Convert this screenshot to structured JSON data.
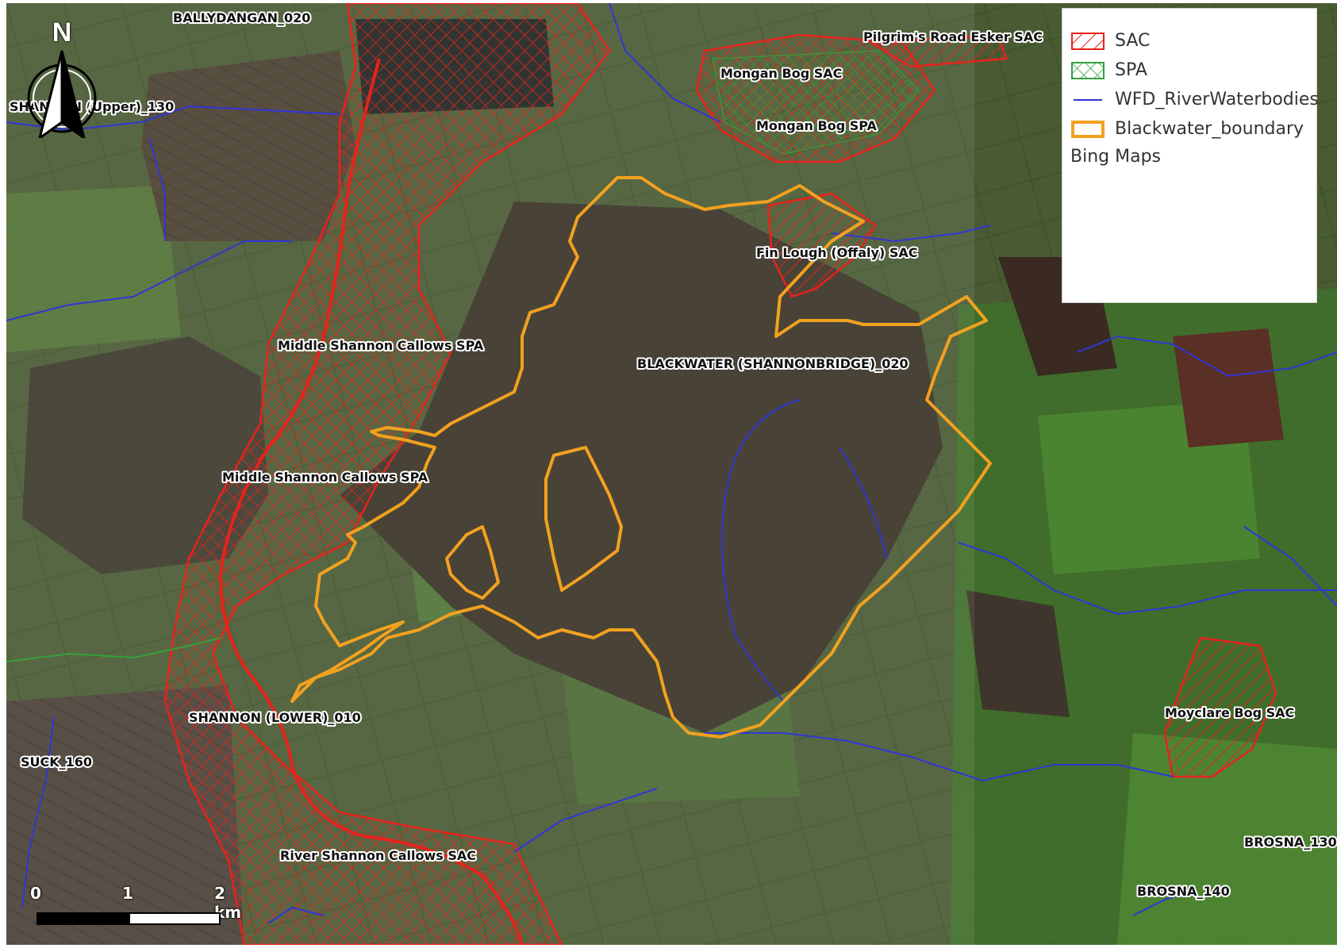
{
  "map": {
    "labels": {
      "ballydangan": "BALLYDANGAN_020",
      "shannon_upper": "SHANNON (Upper)_130",
      "pilgrims_road": "Pilgrim's Road Esker SAC",
      "mongan_sac": "Mongan Bog SAC",
      "mongan_spa": "Mongan Bog SPA",
      "fin_lough": "Fin Lough (Offaly) SAC",
      "middle_shannon_1": "Middle Shannon Callows SPA",
      "middle_shannon_2": "Middle Shannon Callows SPA",
      "blackwater": "BLACKWATER (SHANNONBRIDGE)_020",
      "shannon_lower": "SHANNON (LOWER)_010",
      "suck": "SUCK_160",
      "river_shannon": "River Shannon Callows SAC",
      "moyclare": "Moyclare Bog SAC",
      "brosna_130": "BROSNA_130",
      "brosna_140": "BROSNA_140"
    },
    "colors": {
      "sac": "#e8221b",
      "spa": "#35a03a",
      "river": "#2f36d6",
      "boundary": "#f2a11f"
    }
  },
  "legend": {
    "items": [
      {
        "label": "SAC",
        "symbol": "red-hatch-icon"
      },
      {
        "label": "SPA",
        "symbol": "green-crosshatch-icon"
      },
      {
        "label": "WFD_RiverWaterbodies",
        "symbol": "blue-line-icon"
      },
      {
        "label": "Blackwater_boundary",
        "symbol": "orange-outline-icon"
      }
    ],
    "basemap": "Bing Maps"
  },
  "north_arrow": {
    "letter": "N"
  },
  "scale_bar": {
    "tick_0": "0",
    "tick_1": "1",
    "tick_2": "2 km"
  }
}
